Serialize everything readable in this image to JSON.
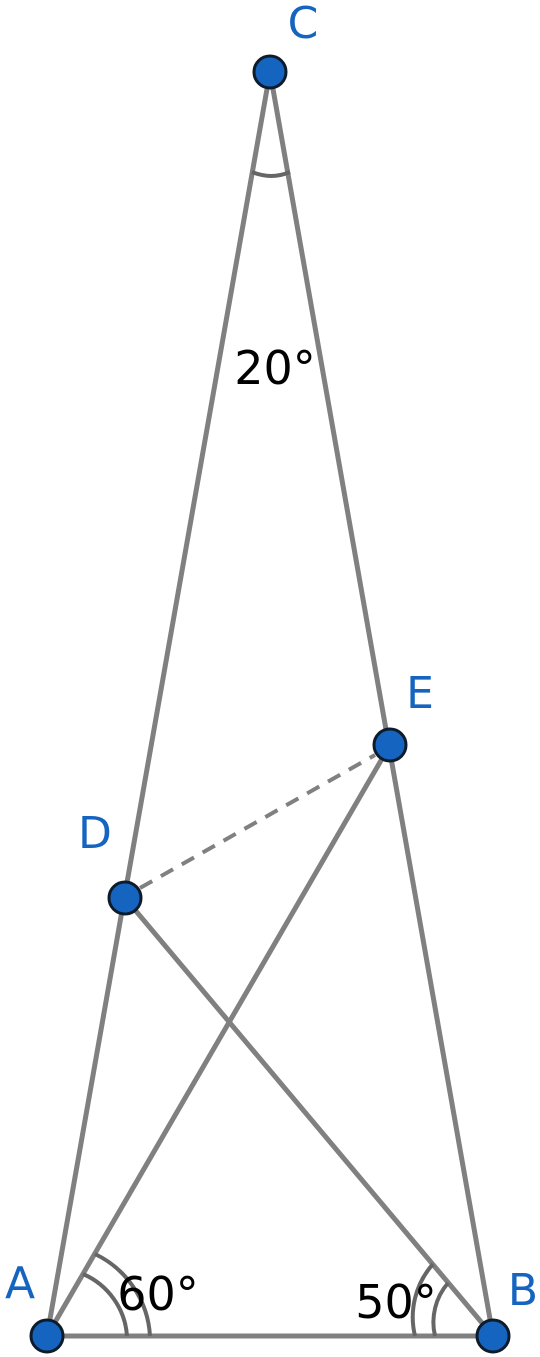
{
  "points": {
    "A": "A",
    "B": "B",
    "C": "C",
    "D": "D",
    "E": "E"
  },
  "angles": {
    "C": "20°",
    "A": "60°",
    "B": "50°"
  },
  "colors": {
    "point_fill": "#1565c0",
    "point_label": "#1565c0",
    "segment": "#808080",
    "angle_text": "#000000"
  }
}
